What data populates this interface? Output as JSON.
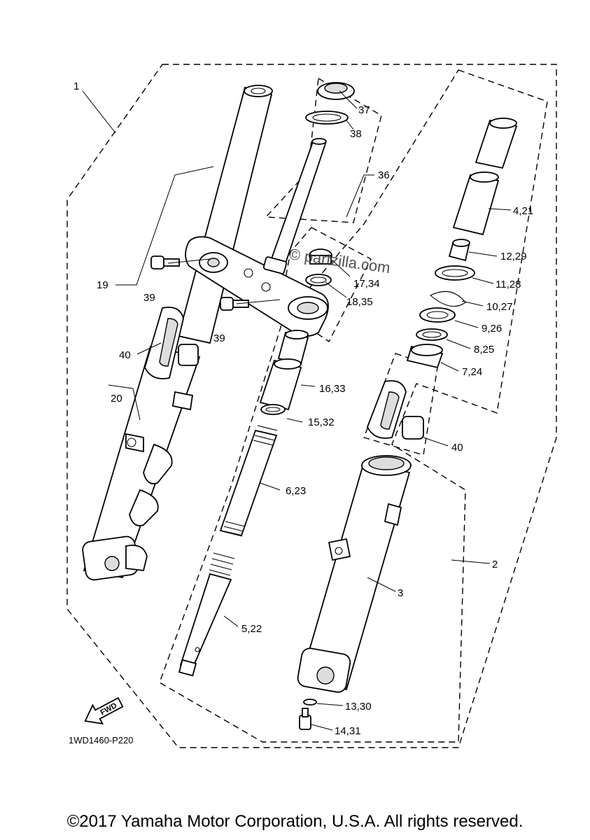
{
  "labels": {
    "l1": "1",
    "l2": "2",
    "l3": "3",
    "l4": "4,21",
    "l5": "5,22",
    "l6": "6,23",
    "l7": "7,24",
    "l8": "8,25",
    "l9": "9,26",
    "l10": "10,27",
    "l11": "11,28",
    "l12": "12,29",
    "l13": "13,30",
    "l14": "14,31",
    "l15": "15,32",
    "l16": "16,33",
    "l17": "17,34",
    "l18": "18,35",
    "l19": "19",
    "l20": "20",
    "l36": "36",
    "l37": "37",
    "l38": "38",
    "l39a": "39",
    "l39b": "39",
    "l40a": "40",
    "l40b": "40"
  },
  "diagram_code": "1WD1460-P220",
  "fwd_label": "FWD",
  "watermark": "© partzilla.com",
  "copyright": "©2017 Yamaha Motor Corporation, U.S.A. All rights reserved."
}
